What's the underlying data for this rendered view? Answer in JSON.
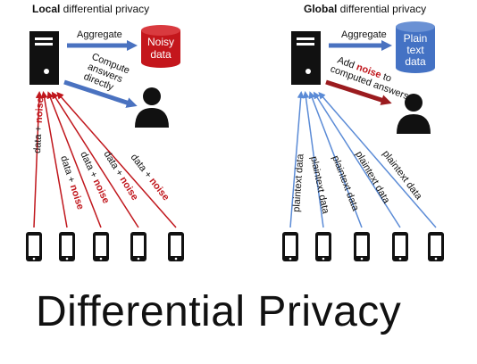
{
  "title": "Differential Privacy",
  "local": {
    "heading_bold": "Local",
    "heading_rest": " differential privacy",
    "aggregate_label": "Aggregate",
    "compute_label": [
      "Compute",
      "answers",
      "directly"
    ],
    "db_label": [
      "Noisy",
      "data"
    ],
    "edge_text": "data + ",
    "edge_noise": "noise",
    "db_color": "#c4161c",
    "arrow_color": "#c0161c"
  },
  "global": {
    "heading_bold": "Global",
    "heading_rest": " differential privacy",
    "aggregate_label": "Aggregate",
    "add_label_pre": "Add ",
    "add_label_noise": "noise",
    "add_label_post": " to",
    "add_label_line2": "computed answers",
    "db_label": [
      "Plain",
      "text",
      "data"
    ],
    "edge_text": "plaintext data",
    "db_color": "#4472c4",
    "arrow_color": "#5b8bd6"
  }
}
